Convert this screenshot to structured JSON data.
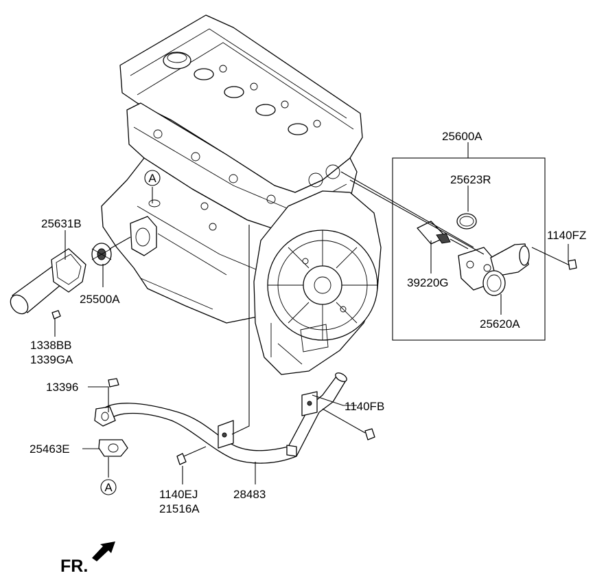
{
  "labels": {
    "p25600A": "25600A",
    "p25623R": "25623R",
    "p1140FZ": "1140FZ",
    "p39220G": "39220G",
    "p25620A": "25620A",
    "p25631B": "25631B",
    "p25500A": "25500A",
    "p1338BB": "1338BB",
    "p1339GA": "1339GA",
    "p13396": "13396",
    "p1140FB": "1140FB",
    "p25463E": "25463E",
    "p1140EJ": "1140EJ",
    "p21516A": "21516A",
    "p28483": "28483"
  },
  "callouts": {
    "ref_a_top": "A",
    "ref_a_bottom": "A"
  },
  "direction": {
    "label": "FR."
  }
}
